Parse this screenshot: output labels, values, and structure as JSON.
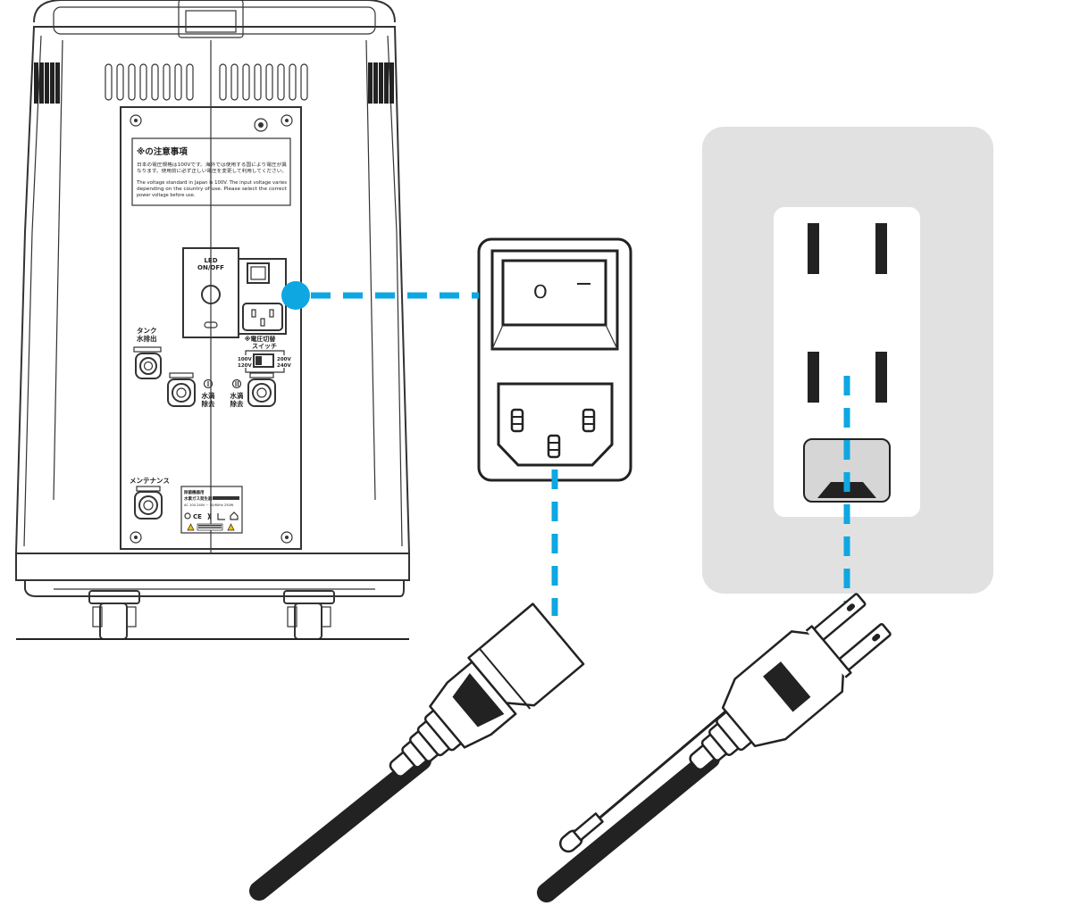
{
  "colors": {
    "connector": "#0fa7e1",
    "wall_plate": "#e1e1e1",
    "outline": "#222222",
    "cable": "#222222"
  },
  "unit_panel": {
    "notice_title": "※の注意事項",
    "notice_jp_1": "日本の電圧規格は100Vです。海外では使用する国により電圧が異",
    "notice_jp_2": "なります。使用前に必ず正しい電圧を変更して利用してください。",
    "notice_en_1": "The voltage standard in Japan is 100V. The input voltage varies",
    "notice_en_2": "depending on the country of use. Please select the correct",
    "notice_en_3": "power voltage before use.",
    "led_label_1": "LED",
    "led_label_2": "ON/OFF",
    "tank_label_1": "タンク",
    "tank_label_2": "水排出",
    "voltage_switch_1": "※電圧切替",
    "voltage_switch_2": "スイッチ",
    "volt_100": "100V",
    "volt_120": "120V",
    "volt_200": "200V",
    "volt_240": "240V",
    "drain_1a": "水滴",
    "drain_1b": "除去",
    "drain_2a": "水滴",
    "drain_2b": "除去",
    "maintenance": "メンテナンス",
    "rating_1": "除菌機器用",
    "rating_2": "水素ガス発生器",
    "rating_3": "AC 100-240V ~ 50/60Hz 250W",
    "ce_mark": "CE"
  },
  "power_switch": {
    "off_symbol": "O",
    "on_symbol": "I"
  }
}
